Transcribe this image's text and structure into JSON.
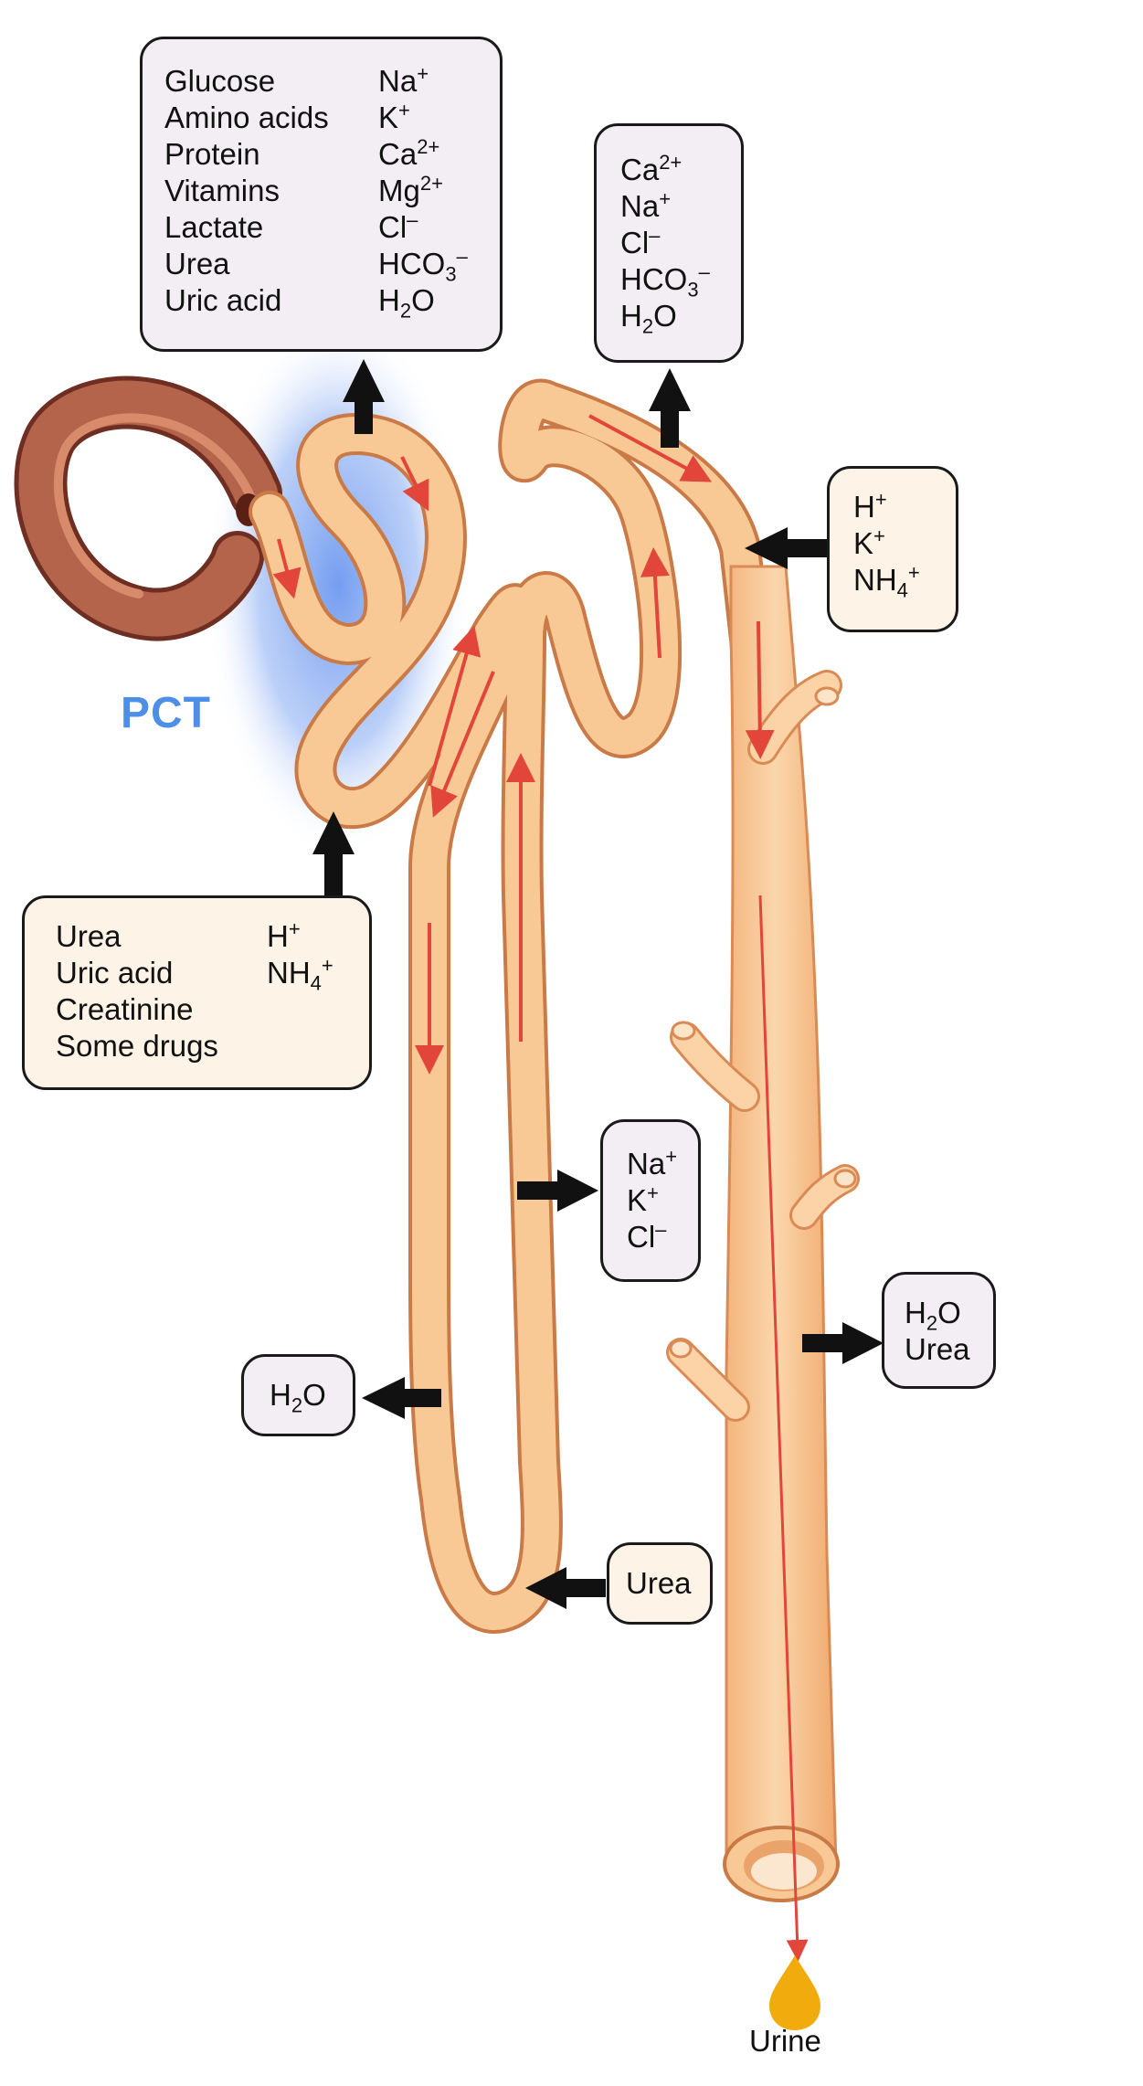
{
  "diagram": {
    "pct_label": "PCT",
    "urine_label": "Urine",
    "pct_reabsorbed": {
      "left": [
        "Glucose",
        "Amino acids",
        "Protein",
        "Vitamins",
        "Lactate",
        "Urea",
        "Uric acid"
      ],
      "right": [
        {
          "base": "Na",
          "sup": "+"
        },
        {
          "base": "K",
          "sup": "+"
        },
        {
          "base": "Ca",
          "sup": "2+"
        },
        {
          "base": "Mg",
          "sup": "2+"
        },
        {
          "base": "Cl",
          "sup": "–"
        },
        {
          "base": "HCO",
          "sub": "3",
          "sup": "–"
        },
        {
          "base": "H",
          "sub": "2",
          "after": "O"
        }
      ]
    },
    "dct_reabsorbed": [
      {
        "base": "Ca",
        "sup": "2+"
      },
      {
        "base": "Na",
        "sup": "+"
      },
      {
        "base": "Cl",
        "sup": "–"
      },
      {
        "base": "HCO",
        "sub": "3",
        "sup": "–"
      },
      {
        "base": "H",
        "sub": "2",
        "after": "O"
      }
    ],
    "dct_secreted": [
      {
        "base": "H",
        "sup": "+"
      },
      {
        "base": "K",
        "sup": "+"
      },
      {
        "base": "NH",
        "sub": "4",
        "sup": "+"
      }
    ],
    "pct_secreted": {
      "left": [
        "Urea",
        "Uric acid",
        "Creatinine",
        "Some drugs"
      ],
      "right": [
        {
          "base": "H",
          "sup": "+"
        },
        {
          "base": "NH",
          "sub": "4",
          "sup": "+"
        }
      ]
    },
    "ascending_limb_out": [
      {
        "base": "Na",
        "sup": "+"
      },
      {
        "base": "K",
        "sup": "+"
      },
      {
        "base": "Cl",
        "sup": "–"
      }
    ],
    "collecting_duct_out": [
      {
        "base": "H",
        "sub": "2",
        "after": "O"
      },
      {
        "base": "Urea"
      }
    ],
    "descending_limb_out": [
      {
        "base": "H",
        "sub": "2",
        "after": "O"
      }
    ],
    "loop_in": [
      {
        "base": "Urea"
      }
    ],
    "colors": {
      "tubule_fill": "#f8c995",
      "tubule_edge": "#d98a55",
      "capsule_fill": "#a8573f",
      "flow_arrow": "#e2453a",
      "pct_glow": "#7fa5f2",
      "box_lilac": "#f3eef4",
      "box_cream": "#fdf3e7",
      "urine_drop": "#f2ab0c",
      "pct_label_color": "#4d8fe6"
    }
  }
}
